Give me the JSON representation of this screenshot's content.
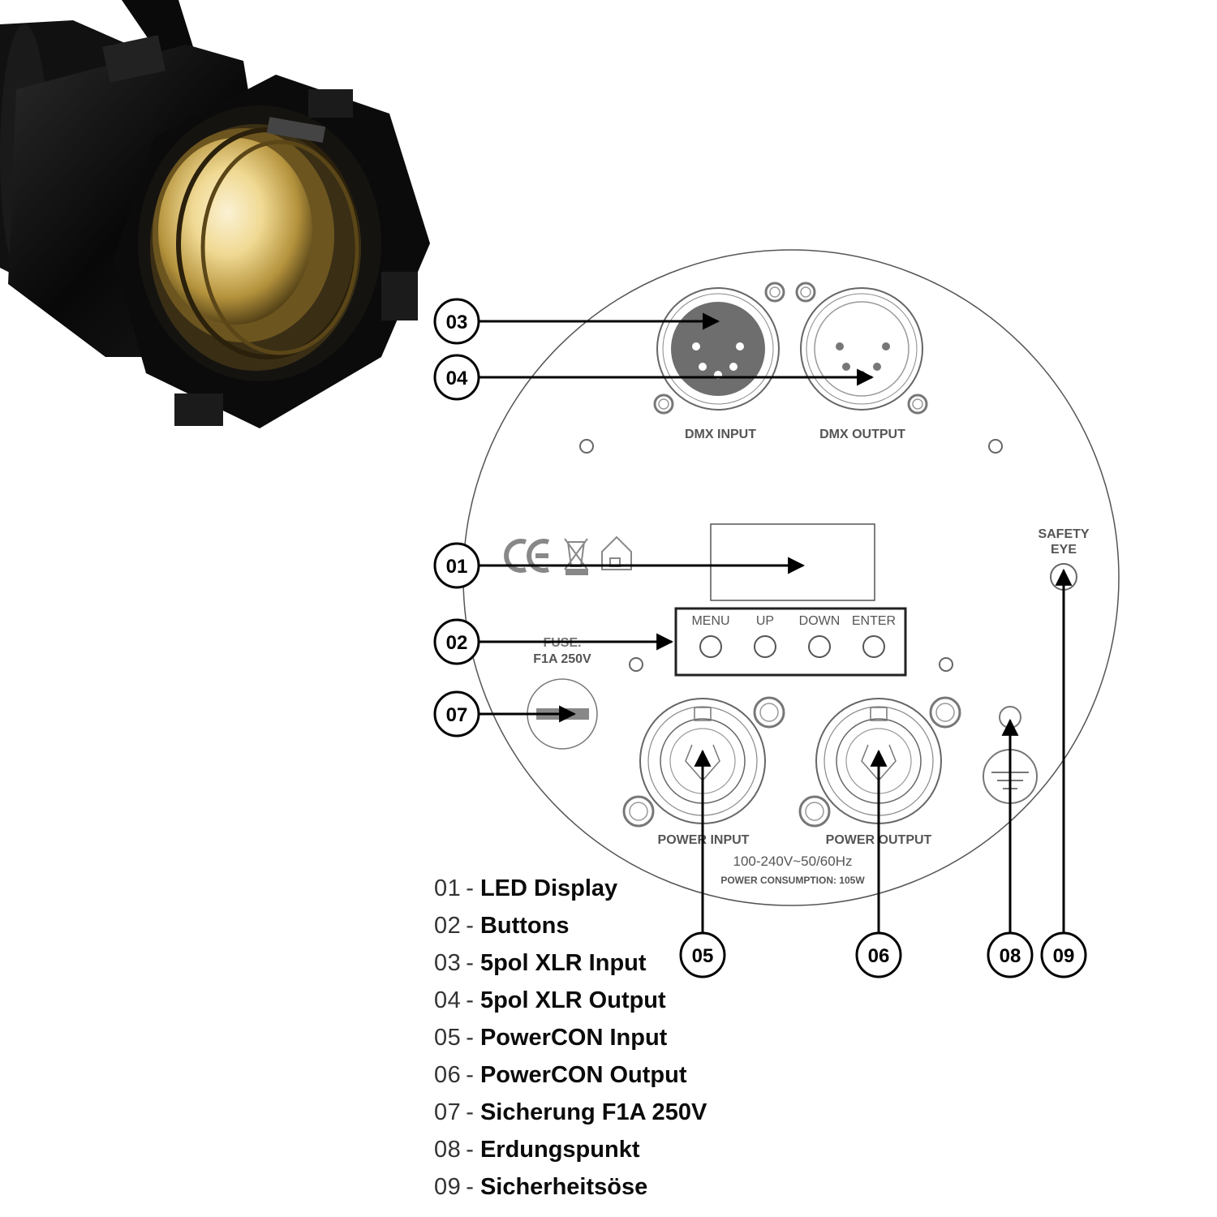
{
  "panel": {
    "dmx_input_label": "DMX INPUT",
    "dmx_output_label": "DMX OUTPUT",
    "safety_eye_label_1": "SAFETY",
    "safety_eye_label_2": "EYE",
    "fuse_label_1": "FUSE.",
    "fuse_label_2": "F1A 250V",
    "power_input_label": "POWER INPUT",
    "power_output_label": "POWER OUTPUT",
    "voltage_label": "100-240V~50/60Hz",
    "consumption_label": "POWER CONSUMPTION: 105W",
    "buttons": [
      "MENU",
      "UP",
      "DOWN",
      "ENTER"
    ]
  },
  "callouts": [
    "01",
    "02",
    "03",
    "04",
    "05",
    "06",
    "07",
    "08",
    "09"
  ],
  "legend": [
    {
      "num": "01",
      "label": "LED Display"
    },
    {
      "num": "02",
      "label": "Buttons"
    },
    {
      "num": "03",
      "label": "5pol XLR Input"
    },
    {
      "num": "04",
      "label": "5pol XLR Output"
    },
    {
      "num": "05",
      "label": "PowerCON Input"
    },
    {
      "num": "06",
      "label": "PowerCON Output"
    },
    {
      "num": "07",
      "label": "Sicherung F1A 250V"
    },
    {
      "num": "08",
      "label": "Erdungspunkt"
    },
    {
      "num": "09",
      "label": "Sicherheitsöse"
    }
  ],
  "colors": {
    "line": "#555555",
    "arrow": "#000000",
    "lamp_body": "#0d0d0d",
    "lamp_glow": "#e8c872"
  }
}
